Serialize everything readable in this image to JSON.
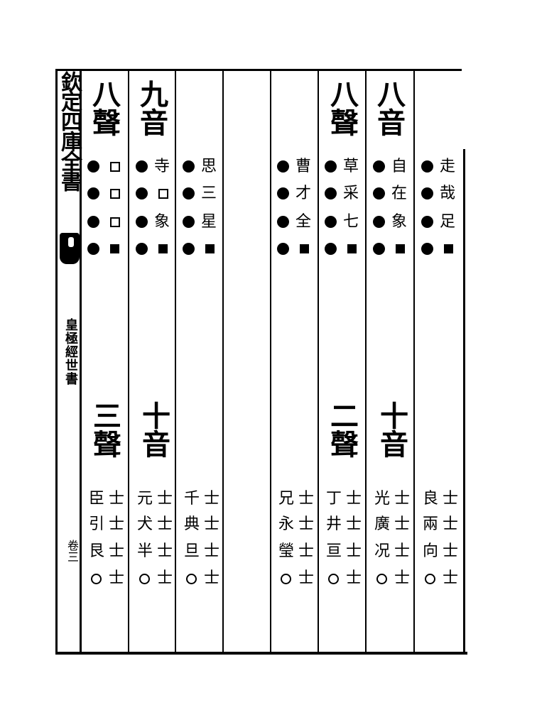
{
  "margin": {
    "title": "欽定四庫全書",
    "book": "皇極經世書",
    "page": "卷三"
  },
  "upper": {
    "headings": [
      {
        "id": "c1",
        "text": "八聲"
      },
      {
        "id": "c2",
        "text": "九音"
      },
      {
        "id": "c5",
        "text": "八聲"
      },
      {
        "id": "c6",
        "text": "八音"
      }
    ],
    "columns": [
      {
        "id": "c1",
        "chars": [
          "",
          "",
          "",
          ""
        ],
        "marks": [
          "sq",
          "sq",
          "sq",
          "solid"
        ]
      },
      {
        "id": "c2",
        "chars": [
          "寺",
          "",
          "象",
          ""
        ],
        "marks": [
          "",
          "sq",
          "",
          "solid"
        ]
      },
      {
        "id": "c3",
        "chars": [
          "思",
          "三",
          "星",
          ""
        ],
        "marks": [
          "",
          "",
          "",
          "solid"
        ]
      },
      {
        "id": "c4",
        "chars": [
          "曹",
          "才",
          "全",
          ""
        ],
        "marks": [
          "",
          "",
          "",
          "solid"
        ]
      },
      {
        "id": "c5",
        "chars": [
          "草",
          "采",
          "七",
          ""
        ],
        "marks": [
          "",
          "",
          "",
          "solid"
        ]
      },
      {
        "id": "c6",
        "chars": [
          "自",
          "在",
          "象",
          ""
        ],
        "marks": [
          "",
          "",
          "",
          "solid"
        ]
      },
      {
        "id": "c7",
        "chars": [
          "走",
          "哉",
          "足",
          ""
        ],
        "marks": [
          "",
          "",
          "",
          "solid"
        ]
      }
    ]
  },
  "lower": {
    "headings": [
      {
        "id": "l1",
        "text": "三聲"
      },
      {
        "id": "l2",
        "text": "十音"
      },
      {
        "id": "l5",
        "text": "二聲"
      },
      {
        "id": "l6",
        "text": "十音"
      }
    ],
    "columns": [
      {
        "id": "l1",
        "pairs": [
          [
            "臣",
            "士"
          ],
          [
            "引",
            "士"
          ],
          [
            "艮",
            "士"
          ],
          [
            "",
            "士"
          ]
        ]
      },
      {
        "id": "l2",
        "pairs": [
          [
            "元",
            "士"
          ],
          [
            "犬",
            "士"
          ],
          [
            "半",
            "士"
          ],
          [
            "",
            "士"
          ]
        ]
      },
      {
        "id": "l3",
        "pairs": [
          [
            "千",
            "士"
          ],
          [
            "典",
            "士"
          ],
          [
            "旦",
            "士"
          ],
          [
            "",
            "士"
          ]
        ]
      },
      {
        "id": "l4",
        "pairs": [
          [
            "兄",
            "士"
          ],
          [
            "永",
            "士"
          ],
          [
            "瑩",
            "士"
          ],
          [
            "",
            "士"
          ]
        ]
      },
      {
        "id": "l5",
        "pairs": [
          [
            "丁",
            "士"
          ],
          [
            "井",
            "士"
          ],
          [
            "亘",
            "士"
          ],
          [
            "",
            "士"
          ]
        ]
      },
      {
        "id": "l6",
        "pairs": [
          [
            "光",
            "士"
          ],
          [
            "廣",
            "士"
          ],
          [
            "况",
            "士"
          ],
          [
            "",
            "士"
          ]
        ]
      },
      {
        "id": "l7",
        "pairs": [
          [
            "良",
            "士"
          ],
          [
            "兩",
            "士"
          ],
          [
            "向",
            "士"
          ],
          [
            "",
            "士"
          ]
        ]
      }
    ]
  }
}
